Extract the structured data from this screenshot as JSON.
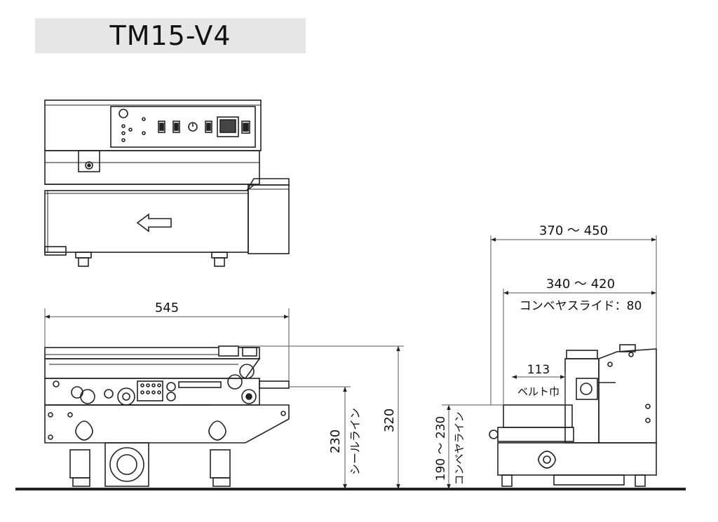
{
  "title": "TM15-V4",
  "dimensions": {
    "overall_length": "545",
    "overall_height": "320",
    "seal_line_height": "230",
    "seal_line_label": "シールライン",
    "conveyor_line_height": "190 ～ 230",
    "conveyor_line_label": "コンベヤライン",
    "overall_depth": "370 ～ 450",
    "conveyor_depth": "340 ～ 420",
    "conveyor_slide": "コンベヤスライド：80",
    "belt_width": "113",
    "belt_width_label": "ベルト巾"
  },
  "colors": {
    "line": "#222222",
    "title_bg": "#e6e6e6"
  }
}
